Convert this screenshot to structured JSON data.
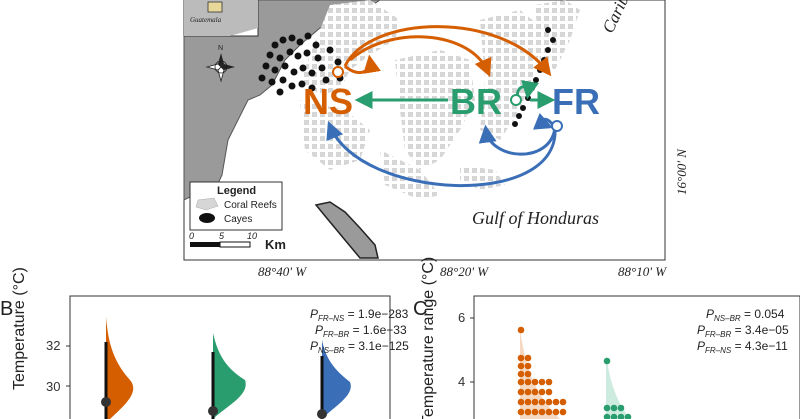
{
  "colors": {
    "ns": "#d55e00",
    "br": "#2a9d6e",
    "fr": "#3a6fb8",
    "land": "#9a9a9a",
    "reef": "#d6d6d6",
    "cayes": "#111111"
  },
  "map": {
    "sites": {
      "ns": "NS",
      "br": "BR",
      "fr": "FR"
    },
    "sea_label": "Gulf of Honduras",
    "top_right_label": "Carib",
    "coords_bottom": [
      "88°40' W",
      "88°20' W",
      "88°10' W"
    ],
    "coord_right": "16°00' N",
    "inset_label": "Guatemala",
    "compass_label": "N",
    "legend": {
      "title": "Legend",
      "reefs": "Coral Reefs",
      "cayes": "Cayes"
    },
    "scale": {
      "ticks": [
        "0",
        "5",
        "10"
      ],
      "unit": "Km"
    }
  },
  "panel_b": {
    "letter": "B",
    "ylabel": "Temperature (°C)",
    "yticks": [
      "32",
      "30"
    ],
    "stats": [
      {
        "prefix": "P",
        "sub": "FR–NS",
        "value": " = 1.9e−283"
      },
      {
        "prefix": "P",
        "sub": "FR–BR",
        "value": " = 1.6e−33"
      },
      {
        "prefix": "P",
        "sub": "NS–BR",
        "value": " = 3.1e−125"
      }
    ]
  },
  "panel_c": {
    "letter": "C",
    "ylabel": "Temperature range (°C)",
    "yticks": [
      "6",
      "4"
    ],
    "stats": [
      {
        "prefix": "P",
        "sub": "NS–BR",
        "value": " = 0.054"
      },
      {
        "prefix": "P",
        "sub": "FR–BR",
        "value": " = 3.4e−05"
      },
      {
        "prefix": "P",
        "sub": "FR–NS",
        "value": " = 4.3e−11"
      }
    ]
  }
}
